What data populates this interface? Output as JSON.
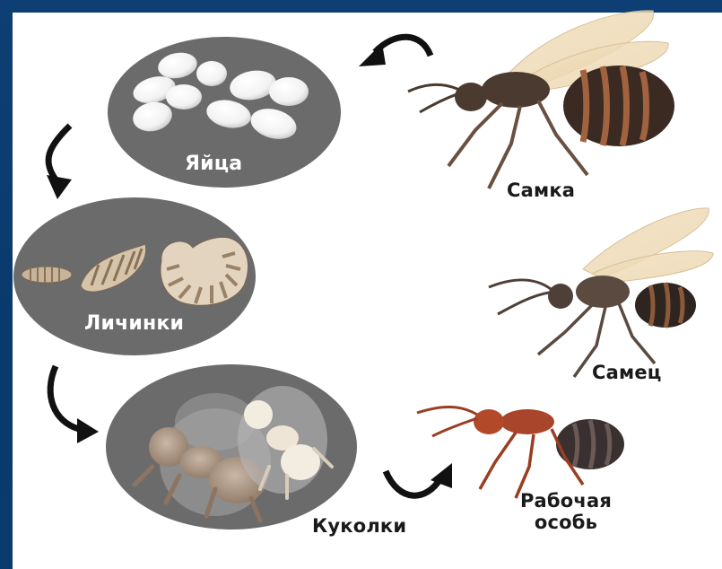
{
  "stages": {
    "eggs": "Яйца",
    "larvae": "Личинки",
    "pupae": "Куколки"
  },
  "castes": {
    "queen": "Самка",
    "male": "Самец",
    "worker_line1": "Рабочая",
    "worker_line2": "особь"
  },
  "colors": {
    "background": "#0b3a6b",
    "panel": "#ffffff",
    "stage_oval": "#6b6b6b",
    "arrow": "#111111"
  }
}
